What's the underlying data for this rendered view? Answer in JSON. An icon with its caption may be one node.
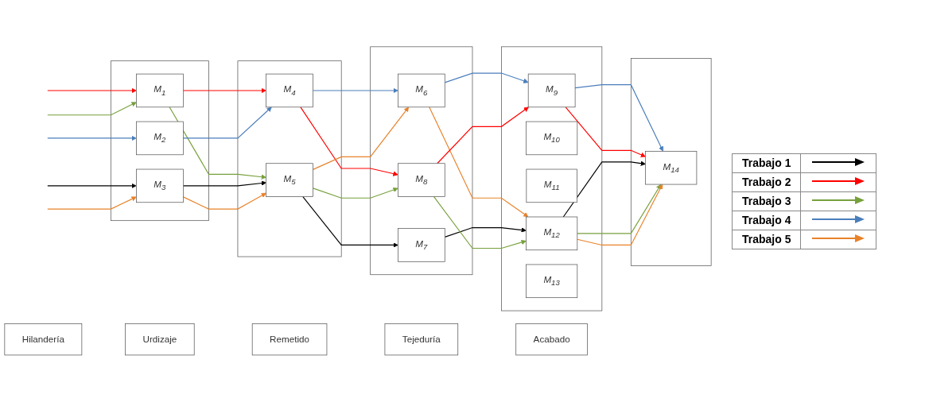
{
  "diagram": {
    "nodes": [
      {
        "text": [],
        "shape": "box"
      },
      {
        "text": [
          "M$_{1}$"
        ],
        "in": 0
      },
      {
        "text": [
          "M$_{2}$"
        ],
        "in": 0
      },
      {
        "text": [
          "M$_{3}$"
        ],
        "in": 0
      },
      {
        "text": [],
        "shape": "box"
      },
      {
        "text": [
          "M$_{4}$"
        ],
        "in": 4
      },
      {
        "text": [
          "M$_{5}$"
        ],
        "in": 4
      },
      {
        "text": [],
        "shape": "box"
      },
      {
        "text": [
          "M$_{6}$"
        ],
        "in": 7
      },
      {
        "text": [
          "M$_{7}$"
        ],
        "in": 7
      },
      {
        "text": [
          "M$_{8}$"
        ],
        "in": 7
      },
      {
        "text": [],
        "shape": "box"
      },
      {
        "text": [
          "M$_{9}$"
        ],
        "in": 11
      },
      {
        "text": [
          "M$_{10}$"
        ],
        "in": 11
      },
      {
        "text": [
          "M$_{11}$"
        ],
        "in": 11
      },
      {
        "text": [
          "M$_{12}$"
        ],
        "in": 11
      },
      {
        "text": [
          "M$_{13}$"
        ],
        "in": 11
      },
      {
        "text": [],
        "shape": "box"
      },
      {
        "text": [
          "M$_{14}$"
        ],
        "in": 17
      },
      {
        "text": [
          "Hilandería"
        ]
      },
      {
        "text": [
          "Urdizaje"
        ]
      },
      {
        "text": [
          "Remetido"
        ]
      },
      {
        "text": [
          "Tejeduría"
        ]
      },
      {
        "text": [
          "Acabado"
        ]
      }
    ],
    "edges": [
      {
        "from": null,
        "to": 1,
        "arrow": "to",
        "color": "#ff0000"
      },
      {
        "from": null,
        "to": 1,
        "arrow": "to",
        "color": "#77a03c"
      },
      {
        "from": null,
        "to": 2,
        "arrow": "to",
        "color": "#4a7ebb"
      },
      {
        "from": null,
        "to": 3,
        "arrow": "to",
        "color": "#000000"
      },
      {
        "from": null,
        "to": 3,
        "arrow": "to",
        "color": "#e8822a"
      },
      {
        "from": 1,
        "to": 5,
        "arrow": "to",
        "color": "#ff0000"
      },
      {
        "from": 1,
        "to": 6,
        "arrow": "to",
        "color": "#77a03c"
      },
      {
        "from": 2,
        "to": 5,
        "arrow": "to",
        "color": "#4a7ebb"
      },
      {
        "from": 3,
        "to": 6,
        "arrow": "to",
        "color": "#000000"
      },
      {
        "from": 3,
        "to": 6,
        "arrow": "to",
        "color": "#e8822a"
      },
      {
        "from": 5,
        "to": 8,
        "arrow": "to",
        "color": "#4a7ebb"
      },
      {
        "from": 5,
        "to": 10,
        "arrow": "to",
        "color": "#ff0000"
      },
      {
        "from": 6,
        "to": 8,
        "arrow": "to",
        "color": "#e8822a"
      },
      {
        "from": 6,
        "to": 9,
        "arrow": "to",
        "color": "#000000"
      },
      {
        "from": 6,
        "to": 10,
        "arrow": "to",
        "color": "#77a03c"
      },
      {
        "from": 8,
        "to": 12,
        "arrow": "to",
        "color": "#4a7ebb"
      },
      {
        "from": 8,
        "to": 15,
        "arrow": "to",
        "color": "#e8822a"
      },
      {
        "from": 9,
        "to": 15,
        "arrow": "to",
        "color": "#000000"
      },
      {
        "from": 10,
        "to": 12,
        "arrow": "to",
        "color": "#ff0000"
      },
      {
        "from": 10,
        "to": 15,
        "arrow": "to",
        "color": "#77a03c"
      },
      {
        "from": 12,
        "to": 18,
        "arrow": "to",
        "color": "#4a7ebb"
      },
      {
        "from": 12,
        "to": 18,
        "arrow": "to",
        "color": "#ff0000"
      },
      {
        "from": 15,
        "to": 18,
        "arrow": "to",
        "color": "#000000"
      },
      {
        "from": 15,
        "to": 18,
        "arrow": "to",
        "color": "#77a03c"
      },
      {
        "from": 15,
        "to": 18,
        "arrow": "to",
        "color": "#e8822a"
      }
    ],
    "legend": [
      {
        "text": "Trabajo 1"
      },
      {
        "text": "Trabajo 2"
      },
      {
        "text": "Trabajo 3"
      },
      {
        "text": "Trabajo 4"
      },
      {
        "text": "Trabajo 5"
      }
    ]
  }
}
